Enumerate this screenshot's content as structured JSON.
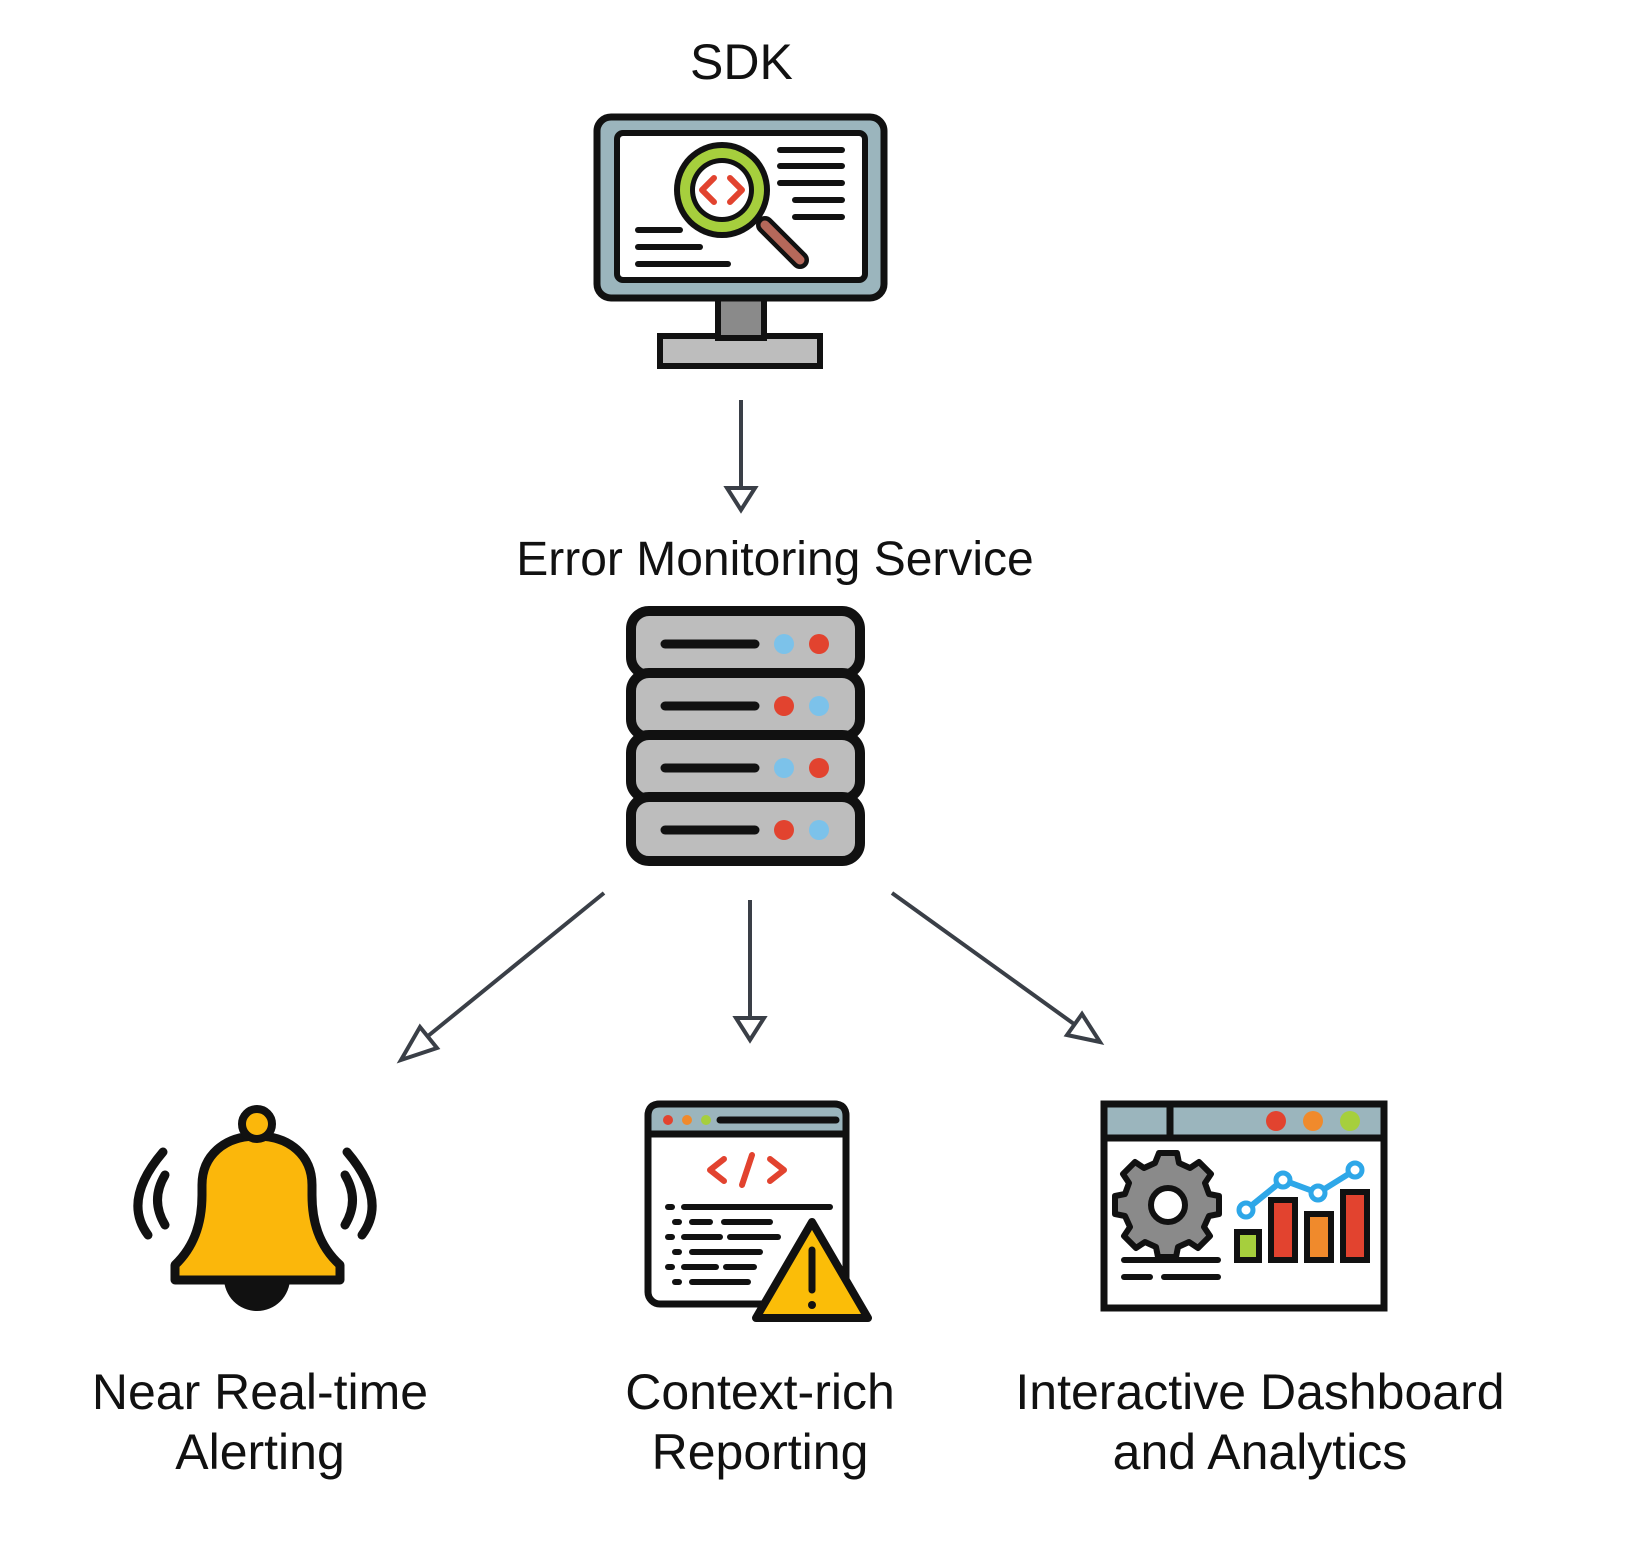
{
  "nodes": {
    "sdk": {
      "label": "SDK",
      "icon": "monitor-code-search-icon"
    },
    "service": {
      "label": "Error Monitoring Service",
      "icon": "server-rack-icon"
    },
    "alerting": {
      "line1": "Near Real-time",
      "line2": "Alerting",
      "icon": "bell-icon"
    },
    "reporting": {
      "line1": "Context-rich",
      "line2": "Reporting",
      "icon": "code-warning-icon"
    },
    "dashboard": {
      "line1": "Interactive Dashboard",
      "line2": "and Analytics",
      "icon": "dashboard-analytics-icon"
    }
  },
  "edges": [
    {
      "from": "sdk",
      "to": "service"
    },
    {
      "from": "service",
      "to": "alerting"
    },
    {
      "from": "service",
      "to": "reporting"
    },
    {
      "from": "service",
      "to": "dashboard"
    }
  ],
  "colors": {
    "arrow": "#3a3f47",
    "outline": "#111111",
    "bell": "#fbb70b",
    "warning": "#fbbd08",
    "red": "#e2432f",
    "blue": "#7cc2ea",
    "green": "#a6cf3d",
    "orange": "#f08a2c",
    "gray": "#bdbdbd",
    "steel": "#9bb5bd"
  }
}
